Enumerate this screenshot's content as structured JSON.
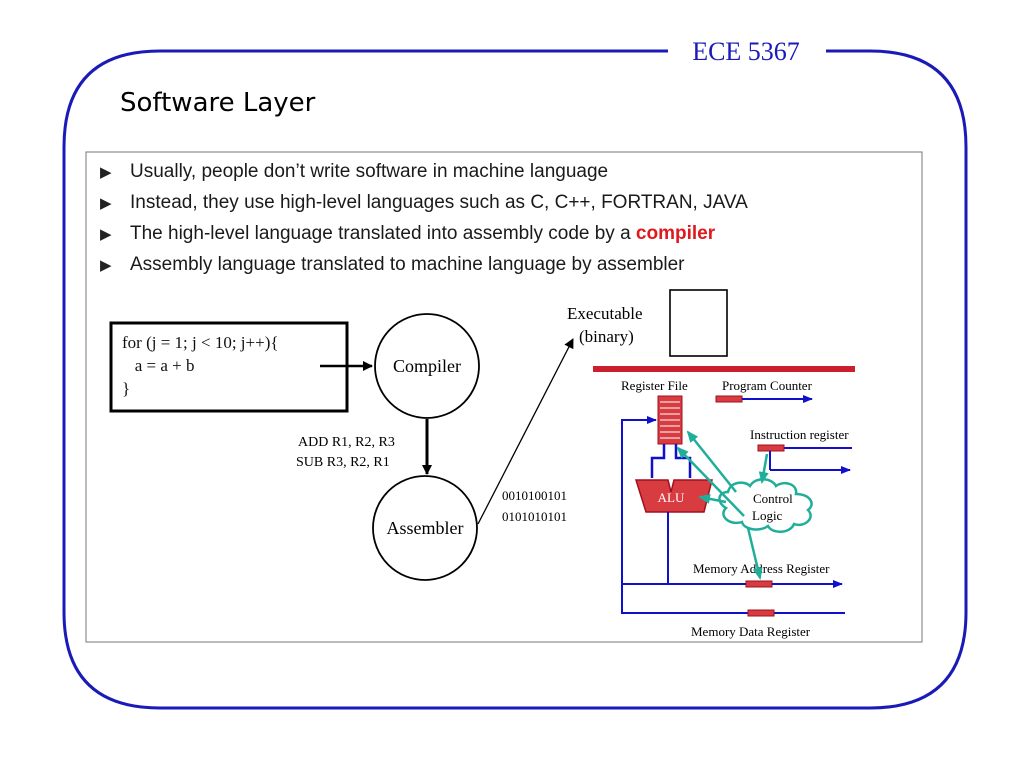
{
  "header": {
    "course": "ECE 5367",
    "title": "Software Layer"
  },
  "bullets": [
    {
      "pre": "Usually, people don’t write software in machine language",
      "keyword": "",
      "post": ""
    },
    {
      "pre": "Instead, they use high-level languages such as C, C++, FORTRAN, JAVA",
      "keyword": "",
      "post": ""
    },
    {
      "pre": "The high-level language translated into assembly code by a ",
      "keyword": "compiler",
      "post": ""
    },
    {
      "pre": "Assembly language translated to machine language by assembler",
      "keyword": "",
      "post": ""
    }
  ],
  "bullet_icon": "right-triangle-icon",
  "code": {
    "line1": "for (j = 1; j < 10; j++){",
    "line2": "   a = a + b",
    "line3": "}"
  },
  "flow": {
    "compiler": "Compiler",
    "assembler": "Assembler",
    "asm_line1": "ADD R1, R2, R3",
    "asm_line2": "SUB R3, R2, R1",
    "bin_line1": "0010100101",
    "bin_line2": "0101010101",
    "exec_line1": "Executable",
    "exec_line2": "(binary)"
  },
  "cpu": {
    "register_file": "Register File",
    "program_counter": "Program Counter",
    "instruction_register": "Instruction register",
    "alu": "ALU",
    "control1": "Control",
    "control2": "Logic",
    "mar": "Memory Address Register",
    "mdr": "Memory Data Register"
  },
  "colors": {
    "accent": "#1a1ab8",
    "keyword": "#e0191e",
    "bus": "#cc1f2e",
    "register": "#d83c40",
    "wire": "#1010cc",
    "control": "#1fae9a"
  }
}
